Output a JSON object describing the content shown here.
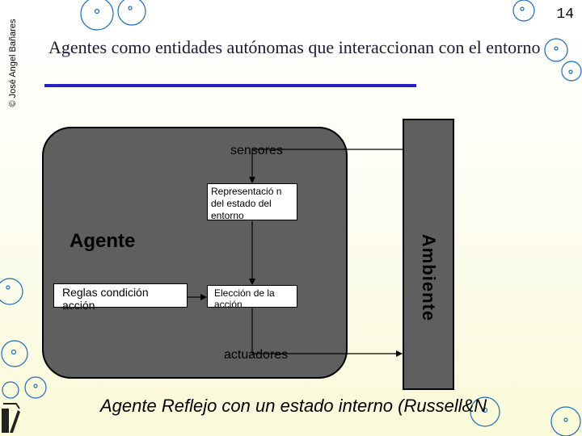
{
  "header": {
    "copyright": "© José Angel Bañares",
    "page_number": "14",
    "title": "Agentes como entidades autónomas que interaccionan con el entorno"
  },
  "diagram": {
    "agent_label": "Agente",
    "environment_label": "Ambiente",
    "sensors_label": "sensores",
    "actuators_label": "actuadores",
    "state_box_text": "Representació n del estado del entorno",
    "rules_box_text": "Reglas condición acción",
    "action_box_text": "Elección de la acción"
  },
  "caption": "Agente Reflejo con un estado interno (Russell&N",
  "colors": {
    "agent_fill": "#5f5f5f",
    "title_rule": "#2323c8",
    "bubble_stroke": "#1f6bb5"
  }
}
